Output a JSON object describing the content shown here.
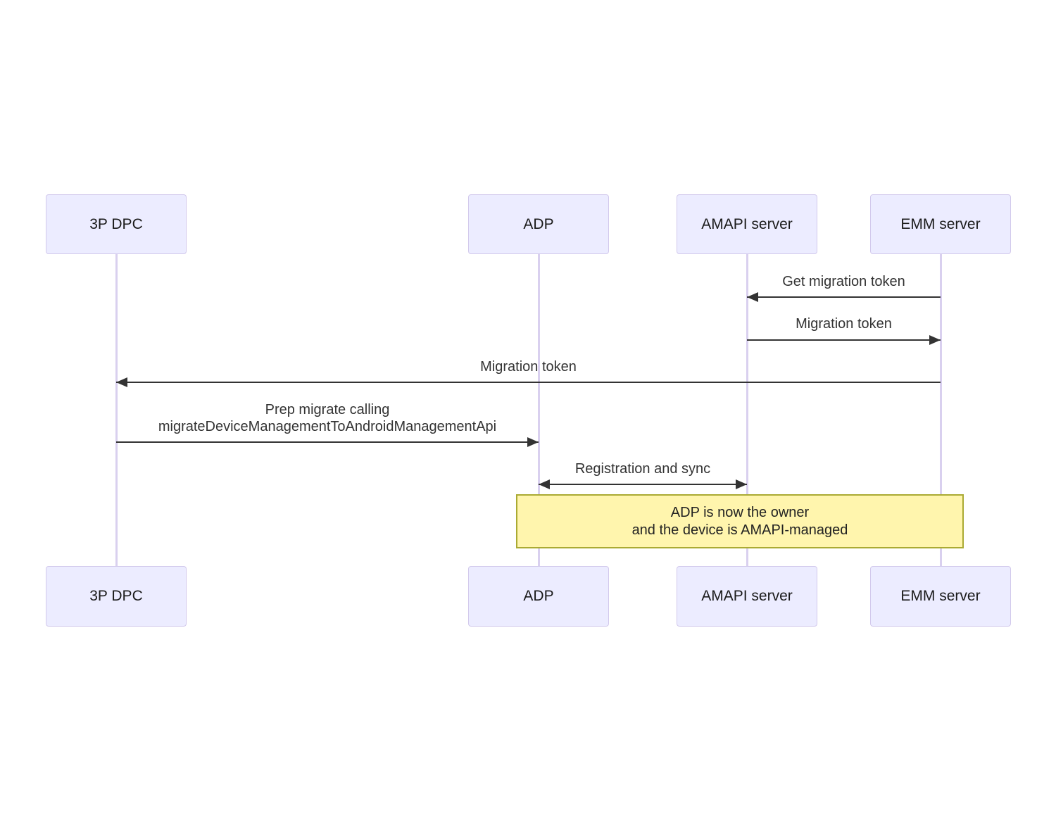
{
  "diagram_type": "sequence-diagram",
  "actors": [
    {
      "label": "3P DPC"
    },
    {
      "label": "ADP"
    },
    {
      "label": "AMAPI server"
    },
    {
      "label": "EMM server"
    }
  ],
  "messages": [
    {
      "label": "Get migration token",
      "from": "EMM server",
      "to": "AMAPI server",
      "direction": "left"
    },
    {
      "label": "Migration token",
      "from": "AMAPI server",
      "to": "EMM server",
      "direction": "right"
    },
    {
      "label": "Migration token",
      "from": "EMM server",
      "to": "3P DPC",
      "direction": "left"
    },
    {
      "line1": "Prep migrate calling",
      "line2": "migrateDeviceManagementToAndroidManagementApi",
      "from": "3P DPC",
      "to": "ADP",
      "direction": "right"
    },
    {
      "label": "Registration and sync",
      "from": "ADP",
      "to": "AMAPI server",
      "direction": "both"
    }
  ],
  "note": {
    "line1": "ADP is now the owner",
    "line2": "and the device is AMAPI-managed"
  },
  "colors": {
    "actor_fill": "#ECECFF",
    "actor_border": "#D2C9EC",
    "lifeline": "#D9D0EF",
    "arrow": "#333333",
    "message_text": "#333333",
    "note_fill": "#FFF5AD",
    "note_border": "#AAAA33",
    "note_text": "#222222",
    "background": "#FFFFFF"
  }
}
